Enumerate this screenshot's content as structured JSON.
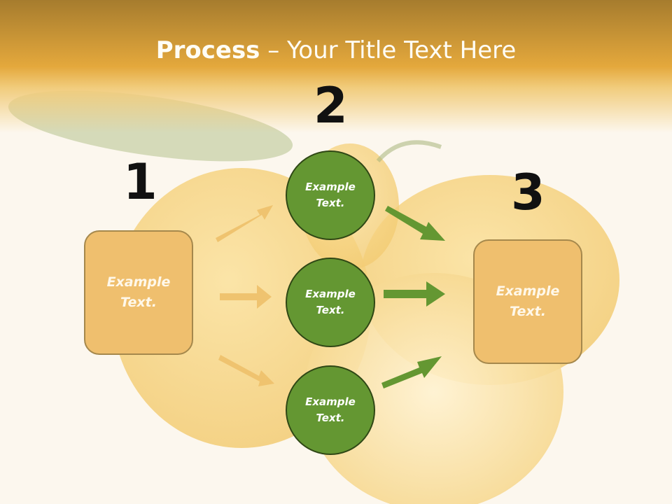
{
  "title": {
    "bold": "Process",
    "rest": " – Your Title Text Here"
  },
  "steps": {
    "one": "1",
    "two": "2",
    "three": "3"
  },
  "left_box": {
    "line1": "Example",
    "line2": "Text."
  },
  "circles": [
    {
      "line1": "Example",
      "line2": "Text."
    },
    {
      "line1": "Example",
      "line2": "Text."
    },
    {
      "line1": "Example",
      "line2": "Text."
    }
  ],
  "right_box": {
    "line1": "Example",
    "line2": "Text."
  },
  "colors": {
    "header": "#e4a83c",
    "box": "#efbf6e",
    "circle": "#649732",
    "arrow_left": "#efc36f",
    "arrow_right": "#649732"
  },
  "icons": {
    "background": "lemons-photo",
    "arrows": "arrow-icon"
  }
}
